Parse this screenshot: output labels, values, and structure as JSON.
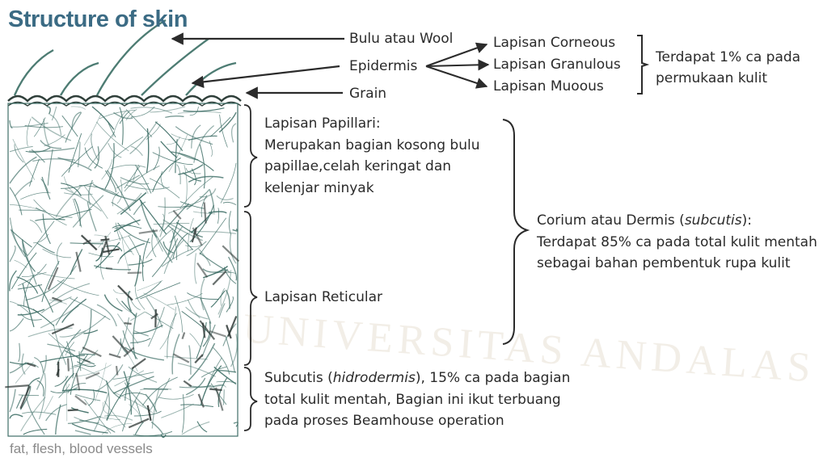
{
  "title": "Structure of skin",
  "watermark": "UNIVERSITAS ANDALAS",
  "colors": {
    "title": "#3b6b84",
    "skin_lines": "#3f6f67",
    "text": "#2a2a2a",
    "footer": "#8a8a8a"
  },
  "top_labels": {
    "hair": "Bulu atau Wool",
    "epidermis": "Epidermis",
    "grain": "Grain"
  },
  "epidermis_layers": [
    "Lapisan Corneous",
    "Lapisan Granulous",
    "Lapisan Muoous"
  ],
  "epidermis_note": [
    "Terdapat 1% ca pada",
    "permukaan kulit"
  ],
  "papillary": [
    "Lapisan Papillari:",
    "Merupakan bagian kosong bulu",
    "papillae,celah keringat dan",
    "kelenjar minyak"
  ],
  "reticular": "Lapisan Reticular",
  "corium": {
    "heading_main": "Corium atau Dermis (",
    "heading_italic": "subcutis",
    "heading_end": "):",
    "lines": [
      "Terdapat 85% ca pada total kulit mentah",
      "sebagai bahan pembentuk rupa kulit"
    ]
  },
  "subcutis": {
    "line1_main": "Subcutis (",
    "line1_italic": "hidrodermis",
    "line1_end": "), 15% ca pada bagian",
    "lines": [
      "total kulit mentah, Bagian ini ikut terbuang",
      "pada proses Beamhouse operation"
    ]
  },
  "footer": "fat, flesh, blood vessels"
}
